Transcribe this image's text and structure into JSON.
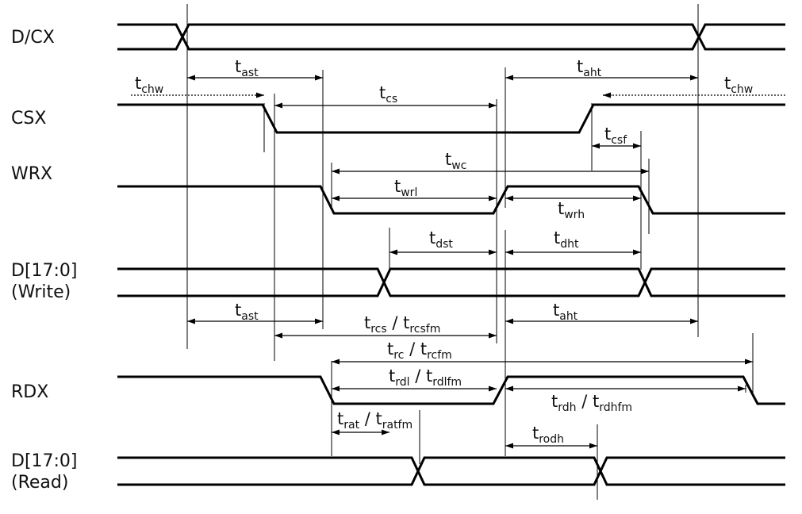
{
  "signals": {
    "dcx": "D/CX",
    "csx": "CSX",
    "wrx": "WRX",
    "dwrite_1": "D[17:0]",
    "dwrite_2": "(Write)",
    "rdx": "RDX",
    "dread_1": "D[17:0]",
    "dread_2": "(Read)"
  },
  "timings": {
    "chw_left": {
      "t": "t",
      "sub": "chw"
    },
    "ast_top": {
      "t": "t",
      "sub": "ast"
    },
    "aht_top": {
      "t": "t",
      "sub": "aht"
    },
    "chw_right": {
      "t": "t",
      "sub": "chw"
    },
    "cs": {
      "t": "t",
      "sub": "cs"
    },
    "csf": {
      "t": "t",
      "sub": "csf"
    },
    "wc": {
      "t": "t",
      "sub": "wc"
    },
    "wrl": {
      "t": "t",
      "sub": "wrl"
    },
    "wrh": {
      "t": "t",
      "sub": "wrh"
    },
    "dst": {
      "t": "t",
      "sub": "dst"
    },
    "dht": {
      "t": "t",
      "sub": "dht"
    },
    "ast_bottom": {
      "t": "t",
      "sub": "ast"
    },
    "rcs": {
      "t1": "t",
      "sub1": "rcs",
      "sep": " / ",
      "t2": "t",
      "sub2": "rcsfm"
    },
    "aht_bottom": {
      "t": "t",
      "sub": "aht"
    },
    "rc": {
      "t1": "t",
      "sub1": "rc",
      "sep": " / ",
      "t2": "t",
      "sub2": "rcfm"
    },
    "rdl": {
      "t1": "t",
      "sub1": "rdl",
      "sep": " / ",
      "t2": "t",
      "sub2": "rdlfm"
    },
    "rdh": {
      "t1": "t",
      "sub1": "rdh",
      "sep": " / ",
      "t2": "t",
      "sub2": "rdhfm"
    },
    "rat": {
      "t1": "t",
      "sub1": "rat",
      "sep": " / ",
      "t2": "t",
      "sub2": "ratfm"
    },
    "rodh": {
      "t": "t",
      "sub": "rodh"
    }
  }
}
